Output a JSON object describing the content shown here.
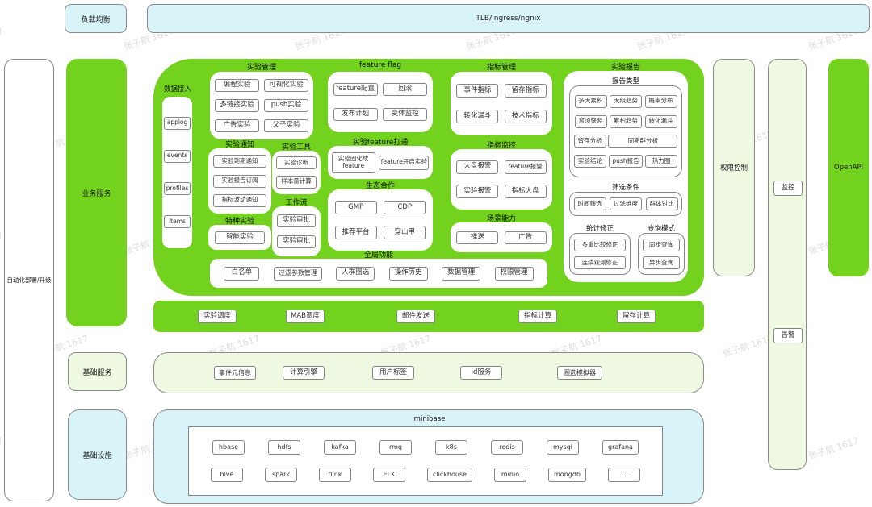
{
  "watermark": "张子航 1617",
  "colors": {
    "green": "#73d21e",
    "light_blue": "#d9f4f8",
    "pale_green": "#eff8e1",
    "border_gray": "#848484"
  },
  "top": {
    "load_balancer": "负载均衡",
    "ingress": "TLB/Ingress/ngnix"
  },
  "left_col": {
    "deploy": "自动化部署/升级"
  },
  "layers": {
    "business": "业务服务",
    "base_service": "基础服务",
    "infra": "基础设施"
  },
  "right_col": {
    "permission": "权限控制",
    "monitor": "监控",
    "alert": "告警",
    "openapi": "OpenAPI"
  },
  "panel": {
    "data_access": {
      "label": "数据接入",
      "items": [
        "applog",
        "events",
        "profiles",
        "items"
      ]
    },
    "exp_mgmt": {
      "label": "实验管理",
      "items": [
        "编程实验",
        "可视化实验",
        "多链接实验",
        "push实验",
        "广告实验",
        "父子实验"
      ]
    },
    "exp_notice": {
      "label": "实验通知",
      "items": [
        "实验到期通知",
        "实验报告订阅",
        "指标波动通知"
      ]
    },
    "special_exp": {
      "label": "特种实验",
      "items": [
        "智能实验"
      ]
    },
    "exp_tools": {
      "label": "实验工具",
      "items": [
        "实验诊断",
        "样本量计算"
      ]
    },
    "workflow": {
      "label": "工作流",
      "items": [
        "实验审批",
        "实验审批"
      ]
    },
    "feature_flag": {
      "label": "feature flag",
      "items": [
        "feature配置",
        "回滚",
        "发布计划",
        "变体监控"
      ]
    },
    "exp_feature": {
      "label": "实验feature打通",
      "items": [
        "实验固化成feature",
        "feature开启实验"
      ]
    },
    "eco": {
      "label": "生态合作",
      "items": [
        "GMP",
        "CDP",
        "推荐平台",
        "穿山甲"
      ]
    },
    "metric_mgmt": {
      "label": "指标管理",
      "items": [
        "事件指标",
        "留存指标",
        "转化漏斗",
        "技术指标"
      ]
    },
    "metric_monitor": {
      "label": "指标监控",
      "items": [
        "大盘报警",
        "feature报警",
        "实验报警",
        "指标大盘"
      ]
    },
    "scene": {
      "label": "场景能力",
      "items": [
        "推送",
        "广告"
      ]
    },
    "report": {
      "label": "实验报告",
      "report_type": {
        "label": "报告类型",
        "items": [
          "多天累积",
          "天级趋势",
          "概率分布",
          "盒须快照",
          "累积趋势",
          "转化漏斗",
          "留存分析",
          "同期群分析",
          "实验结论",
          "push报告",
          "热力图"
        ]
      },
      "filter": {
        "label": "筛选条件",
        "items": [
          "时间筛选",
          "过滤维度",
          "群体对比"
        ]
      },
      "stat": {
        "label": "统计修正",
        "items": [
          "多重比较修正",
          "连续观测修正"
        ]
      },
      "query": {
        "label": "查询模式",
        "items": [
          "同步查询",
          "异步查询"
        ]
      }
    },
    "global": {
      "label": "全局功能",
      "items": [
        "白名单",
        "过滤参数管理",
        "人群圈选",
        "操作历史",
        "数据管理",
        "权限管理"
      ]
    }
  },
  "schedule_bar": {
    "items": [
      "实验调度",
      "MAB调度",
      "邮件发送",
      "指标计算",
      "留存计算"
    ]
  },
  "base_bar": {
    "items": [
      "事件元信息",
      "计算引擎",
      "用户标签",
      "id服务",
      "圈选模拟器"
    ]
  },
  "minibase": {
    "label": "minibase",
    "row1": [
      "hbase",
      "hdfs",
      "kafka",
      "rmq",
      "k8s",
      "redis",
      "mysql",
      "grafana"
    ],
    "row2": [
      "hive",
      "spark",
      "flink",
      "ELK",
      "clickhouse",
      "minio",
      "mongdb",
      "...."
    ]
  }
}
